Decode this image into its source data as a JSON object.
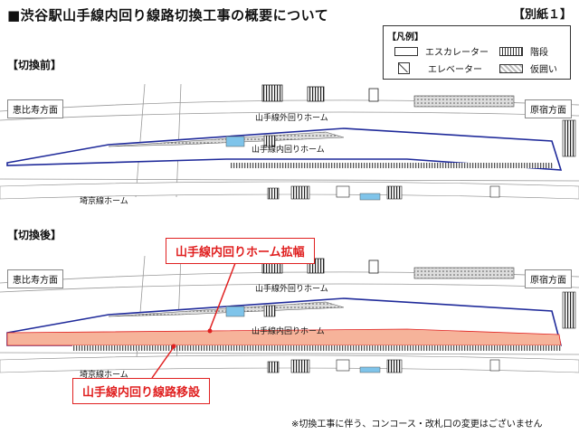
{
  "title": "■渋谷駅山手線内回り線路切換工事の概要について",
  "attachment": "【別紙１】",
  "legend": {
    "title": "【凡例】",
    "items": [
      {
        "label": "エスカレーター",
        "symbol": "escalator"
      },
      {
        "label": "階段",
        "symbol": "stairs"
      },
      {
        "label": "エレベーター",
        "symbol": "elevator"
      },
      {
        "label": "仮囲い",
        "symbol": "temporary-fence"
      }
    ]
  },
  "before": {
    "heading": "【切換前】",
    "left_direction": "恵比寿方面",
    "right_direction": "原宿方面",
    "outer_platform": "山手線外回りホーム",
    "inner_platform": "山手線内回りホーム",
    "saikyo_platform": "埼京線ホーム"
  },
  "after": {
    "heading": "【切換後】",
    "left_direction": "恵比寿方面",
    "right_direction": "原宿方面",
    "outer_platform": "山手線外回りホーム",
    "inner_platform": "山手線内回りホーム",
    "saikyo_platform": "埼京線ホーム"
  },
  "callouts": {
    "widen": "山手線内回りホーム拡幅",
    "relocate": "山手線内回り線路移設"
  },
  "note": "※切換工事に伴う、コンコース・改札口の変更はございません",
  "colors": {
    "platform_outline": "#1f2a9a",
    "widened_platform": "#f6b39a",
    "callout_red": "#e02020",
    "track_hatch": "#555555",
    "elevator_blue": "#7fc4ea"
  }
}
